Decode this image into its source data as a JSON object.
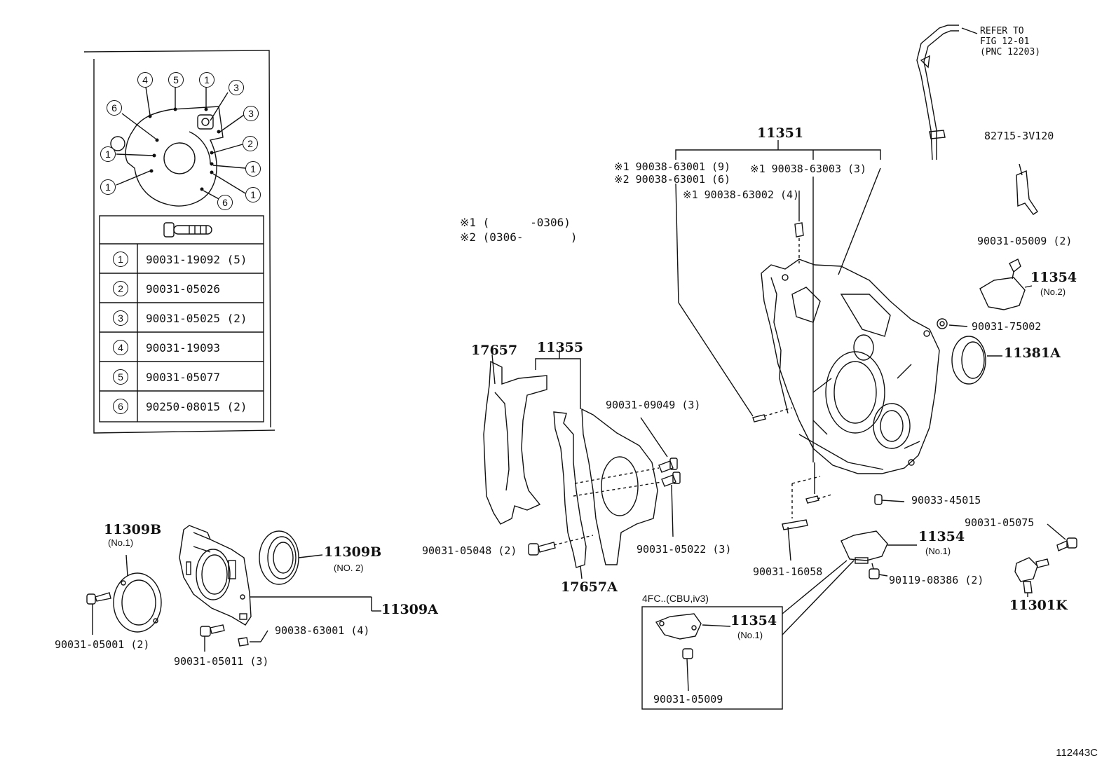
{
  "inset_table": {
    "rows": [
      {
        "circle": "1",
        "part": "90031-19092 (5)"
      },
      {
        "circle": "2",
        "part": "90031-05026"
      },
      {
        "circle": "3",
        "part": "90031-05025 (2)"
      },
      {
        "circle": "4",
        "part": "90031-19093"
      },
      {
        "circle": "5",
        "part": "90031-05077"
      },
      {
        "circle": "6",
        "part": "90250-08015 (2)"
      }
    ],
    "callouts": [
      "4",
      "5",
      "1",
      "3",
      "6",
      "3",
      "2",
      "1",
      "1",
      "1",
      "1",
      "6"
    ]
  },
  "notes": {
    "n1": "※1 (      -0306)",
    "n2": "※2 (0306-       )"
  },
  "refer": {
    "line1": "REFER TO",
    "line2": "FIG 12-01",
    "line3": "(PNC 12203)"
  },
  "labels": {
    "l11351": "11351",
    "bolt_a": "※1 90038-63001 (9)",
    "bolt_b": "※2 90038-63001 (6)",
    "bolt_c": "※1 90038-63002 (4)",
    "bolt_d": "※1 90038-63003 (3)",
    "l82715": "82715-3V120",
    "l05009_2": "90031-05009 (2)",
    "l11354a": "11354",
    "l11354a_sub": "(No.2)",
    "l75002": "90031-75002",
    "l11381A": "11381A",
    "l17657": "17657",
    "l11355": "11355",
    "l09049": "90031-09049 (3)",
    "l05022": "90031-05022 (3)",
    "l05048": "90031-05048 (2)",
    "l17657A": "17657A",
    "l45015": "90033-45015",
    "l05075": "90031-05075",
    "l11354b": "11354",
    "l11354b_sub": "(No.1)",
    "l16058": "90031-16058",
    "l08386": "90119-08386 (2)",
    "l11301K": "11301K",
    "l11309B1": "11309B",
    "l11309B1_sub": "(No.1)",
    "l11309B2": "11309B",
    "l11309B2_sub": "(NO. 2)",
    "l11309A": "11309A",
    "l05001": "90031-05001 (2)",
    "l63001_4": "90038-63001 (4)",
    "l05011": "90031-05011 (3)",
    "box_title": "4FC..(CBU,iv3)",
    "l11354c": "11354",
    "l11354c_sub": "(No.1)",
    "l05009": "90031-05009"
  },
  "figure_code": "112443C"
}
